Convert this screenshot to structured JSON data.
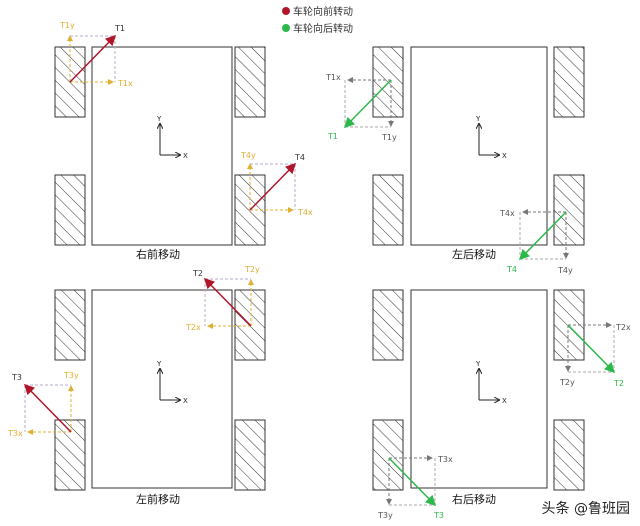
{
  "legend": {
    "forward": {
      "label": "车轮向前转动",
      "color": "#b0152a"
    },
    "backward": {
      "label": "车轮向后转动",
      "color": "#2db84a"
    }
  },
  "colors": {
    "forward_component": "#e0b030",
    "backward_component": "#777777",
    "outline": "#333333"
  },
  "axes": {
    "x": "X",
    "y": "Y"
  },
  "panels": [
    {
      "id": "right-forward",
      "caption": "右前移动",
      "vectors": [
        {
          "wheel": "front-left",
          "direction": "forward",
          "labels": {
            "t": "T1",
            "tx": "T1x",
            "ty": "T1y"
          }
        },
        {
          "wheel": "rear-right",
          "direction": "forward",
          "labels": {
            "t": "T4",
            "tx": "T4x",
            "ty": "T4y"
          }
        }
      ]
    },
    {
      "id": "left-backward",
      "caption": "左后移动",
      "vectors": [
        {
          "wheel": "front-left",
          "direction": "backward",
          "labels": {
            "t": "T1",
            "tx": "T1x",
            "ty": "T1y"
          }
        },
        {
          "wheel": "rear-right",
          "direction": "backward",
          "labels": {
            "t": "T4",
            "tx": "T4x",
            "ty": "T4y"
          }
        }
      ]
    },
    {
      "id": "left-forward",
      "caption": "左前移动",
      "vectors": [
        {
          "wheel": "front-right",
          "direction": "forward",
          "labels": {
            "t": "T2",
            "tx": "T2x",
            "ty": "T2y"
          }
        },
        {
          "wheel": "rear-left",
          "direction": "forward",
          "labels": {
            "t": "T3",
            "tx": "T3x",
            "ty": "T3y"
          }
        }
      ]
    },
    {
      "id": "right-backward",
      "caption": "右后移动",
      "vectors": [
        {
          "wheel": "front-right",
          "direction": "backward",
          "labels": {
            "t": "T2",
            "tx": "T2x",
            "ty": "T2y"
          }
        },
        {
          "wheel": "rear-left",
          "direction": "backward",
          "labels": {
            "t": "T3",
            "tx": "T3x",
            "ty": "T3y"
          }
        }
      ]
    }
  ],
  "watermark": "头条 @鲁班园"
}
